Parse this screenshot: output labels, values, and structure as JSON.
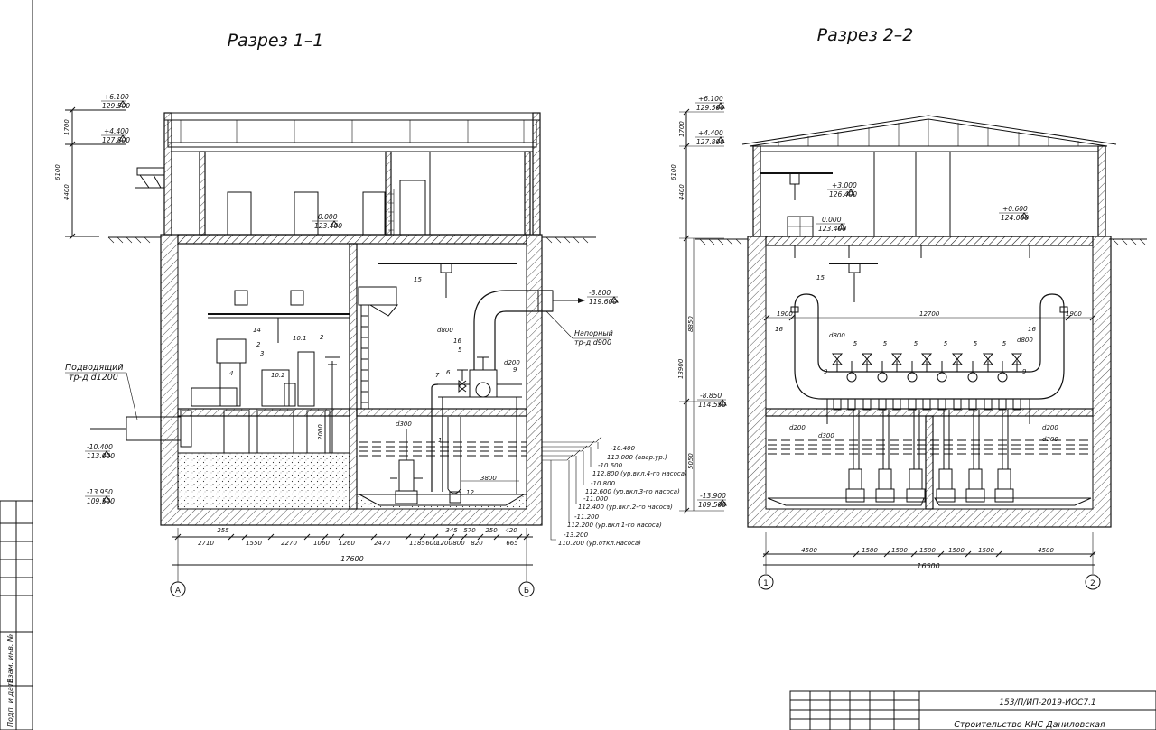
{
  "sections": {
    "s1_title": "Разрез 1–1",
    "s2_title": "Разрез 2–2"
  },
  "levels_left": [
    {
      "top": "+6.100",
      "bottom": "129.500"
    },
    {
      "top": "+4.400",
      "bottom": "127.800"
    },
    {
      "top": "0.000",
      "bottom": "123.400"
    },
    {
      "top": "-10.400",
      "bottom": "113.000"
    },
    {
      "top": "-13.950",
      "bottom": "109.500"
    },
    {
      "top": "-3.800",
      "bottom": "119.600"
    }
  ],
  "levels_right": [
    {
      "top": "+6.100",
      "bottom": "129.500"
    },
    {
      "top": "+4.400",
      "bottom": "127.800"
    },
    {
      "top": "+3.000",
      "bottom": "126.400"
    },
    {
      "top": "0.000",
      "bottom": "123.400"
    },
    {
      "top": "+0.600",
      "bottom": "124.000"
    },
    {
      "top": "-8.850",
      "bottom": "114.550"
    },
    {
      "top": "-13.900",
      "bottom": "109.500"
    }
  ],
  "pump_levels": [
    {
      "top": "-10.400",
      "bottom": "113.000 (авар.ур.)"
    },
    {
      "top": "-10.600",
      "bottom": "112.800 (ур.вкл.4-го насоса)"
    },
    {
      "top": "-10.800",
      "bottom": "112.600 (ур.вкл.3-го насоса)"
    },
    {
      "top": "-11.000",
      "bottom": "112.400 (ур.вкл.2-го насоса)"
    },
    {
      "top": "-11.200",
      "bottom": "112.200 (ур.вкл.1-го насоса)"
    },
    {
      "top": "-13.200",
      "bottom": "110.200 (ур.откл.насоса)"
    }
  ],
  "pipe_labels": {
    "inlet_1": "Подводящий",
    "inlet_2": "тр-д d1200",
    "pressure_1": "Напорный",
    "pressure_2": "тр-д d900"
  },
  "item_labels": {
    "d800": "d800",
    "d200": "d200",
    "d300": "d300",
    "dim3800": "3800",
    "n15": "15",
    "n16": "16",
    "n14": "14",
    "n5": "5",
    "n6": "6",
    "n7": "7",
    "n9": "9",
    "n2": "2",
    "n3": "3",
    "n4": "4",
    "n10_1": "10.1",
    "n10_2": "10.2",
    "n1": "1",
    "n12": "12"
  },
  "vert_dims_left": [
    "1700",
    "6100",
    "4400",
    "2000"
  ],
  "vert_dims_right": [
    "1700",
    "6100",
    "4400",
    "8850",
    "13900",
    "5050"
  ],
  "dims_left_row": [
    "2710",
    "1550",
    "2270",
    "1060",
    "1260",
    "2470",
    "1185",
    "600",
    "1200",
    "800",
    "820",
    "665"
  ],
  "dims_left_upper": [
    "255",
    "345",
    "570",
    "250",
    "420"
  ],
  "dim_left_total": "17600",
  "axes_left": [
    "А",
    "Б"
  ],
  "dims_right_row": [
    "4500",
    "1500",
    "1500",
    "1500",
    "1500",
    "1500",
    "4500"
  ],
  "dims_right_top": [
    "1900",
    "12700",
    "1900"
  ],
  "dim_right_total": "16500",
  "axes_right": [
    "1",
    "2"
  ],
  "side_stamp": [
    "Взам. инв. №",
    "Подп. и дата"
  ],
  "title_block": {
    "code": "153/П/ИП-2019-ИОС7.1",
    "project": "Строительство КНС Даниловская"
  }
}
